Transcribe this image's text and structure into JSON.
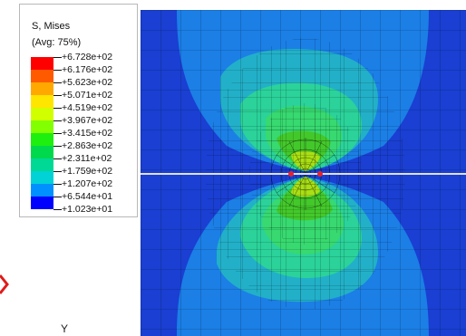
{
  "legend": {
    "title": "S, Mises",
    "subtitle": "(Avg: 75%)",
    "labels": [
      "+6.728e+02",
      "+6.176e+02",
      "+5.623e+02",
      "+5.071e+02",
      "+4.519e+02",
      "+3.967e+02",
      "+3.415e+02",
      "+2.863e+02",
      "+2.311e+02",
      "+1.759e+02",
      "+1.207e+02",
      "+6.544e+01",
      "+1.023e+01"
    ],
    "colors": [
      "#ff0000",
      "#ff5a00",
      "#ffa800",
      "#ffe600",
      "#d2ff00",
      "#82ff00",
      "#1eef0e",
      "#00d94b",
      "#00d895",
      "#00d2d6",
      "#0090ff",
      "#0000ff"
    ]
  },
  "triad": {
    "axis_label": "Y"
  },
  "contour": {
    "band_colors": [
      "#1a3fd2",
      "#1b7fe6",
      "#22b0c8",
      "#2bd29a",
      "#37d970",
      "#43c82a",
      "#a9df14"
    ],
    "crack_color": "#e0e0e0",
    "mesh_color": "#000000",
    "tip_color": "#e4242d"
  }
}
